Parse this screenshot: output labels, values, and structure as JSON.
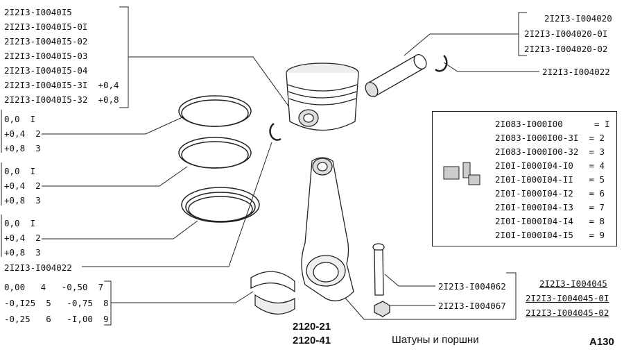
{
  "piston_parts": [
    "2I2I3-I0040I5",
    "2I2I3-I0040I5-0I",
    "2I2I3-I0040I5-02",
    "2I2I3-I0040I5-03",
    "2I2I3-I0040I5-04",
    "2I2I3-I0040I5-3I  +0,4",
    "2I2I3-I0040I5-32  +0,8"
  ],
  "pin_parts": [
    "2I2I3-I004020",
    "2I2I3-I004020-0I",
    "2I2I3-I004020-02"
  ],
  "circlip_part": "2I2I3-I004022",
  "circlip_part_bottom": "2I2I3-I004022",
  "ring_sets": [
    [
      "0,0  I",
      "+0,4  2",
      "+0,8  3"
    ],
    [
      "0,0  I",
      "+0,4  2",
      "+0,8  3"
    ],
    [
      "0,0  I",
      "+0,4  2",
      "+0,8  3"
    ]
  ],
  "bearing_table": [
    "0,00   4   -0,50  7",
    "-0,I25  5   -0,75  8",
    "-0,25   6   -I,00  9"
  ],
  "kit_table": [
    "2I083-I000I00      = I",
    "2I083-I000I00-3I  = 2",
    "2I083-I000I00-32  = 3",
    "2I0I-I000I04-I0   = 4",
    "2I0I-I000I04-II   = 5",
    "2I0I-I000I04-I2   = 6",
    "2I0I-I000I04-I3   = 7",
    "2I0I-I000I04-I4   = 8",
    "2I0I-I000I04-I5   = 9"
  ],
  "bolt_part": "2I2I3-I004062",
  "nut_part": "2I2I3-I004067",
  "rod_parts": [
    "2I2I3-I004045",
    "2I2I3-I004045-0I",
    "2I2I3-I004045-02"
  ],
  "models": [
    "2120-21",
    "2120-41"
  ],
  "title": "Шатуны и поршни",
  "page_code": "A130"
}
